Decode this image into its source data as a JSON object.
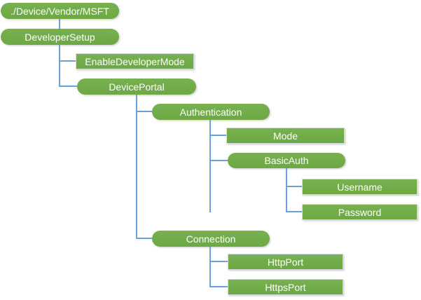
{
  "diagram": {
    "description": "Configuration service provider policy tree",
    "colors": {
      "node_fill": "#70AD47",
      "node_text": "#FFFFFF",
      "connector": "#6AA2D8"
    },
    "nodes": [
      {
        "label": "./Device/Vendor/MSFT",
        "shape": "pill"
      },
      {
        "label": "DeveloperSetup",
        "shape": "pill"
      },
      {
        "label": "EnableDeveloperMode",
        "shape": "rect"
      },
      {
        "label": "DevicePortal",
        "shape": "pill"
      },
      {
        "label": "Authentication",
        "shape": "pill"
      },
      {
        "label": "Mode",
        "shape": "rect"
      },
      {
        "label": "BasicAuth",
        "shape": "pill"
      },
      {
        "label": "Username",
        "shape": "rect"
      },
      {
        "label": "Password",
        "shape": "rect"
      },
      {
        "label": "Connection",
        "shape": "pill"
      },
      {
        "label": "HttpPort",
        "shape": "rect"
      },
      {
        "label": "HttpsPort",
        "shape": "rect"
      }
    ]
  }
}
